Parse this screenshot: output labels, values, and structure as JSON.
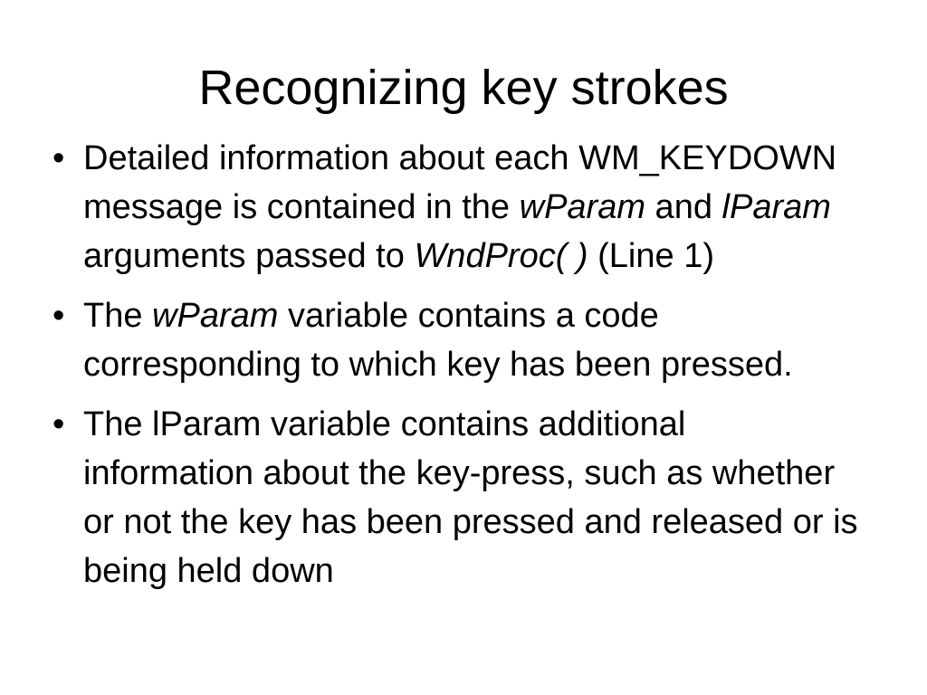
{
  "slide": {
    "title": "Recognizing key strokes",
    "bullet_symbol": "•",
    "bullets": [
      {
        "parts": [
          "Detailed information about each WM_KEYDOWN message is contained in the ",
          "wParam",
          " and ",
          "lParam",
          " arguments passed to ",
          "WndProc( )",
          " (Line 1)"
        ]
      },
      {
        "parts": [
          "The ",
          "wParam",
          " variable contains a code corresponding to which key has been pressed."
        ]
      },
      {
        "text": "The lParam variable contains additional information about the key-press, such as whether or not the key has been pressed and released or is being held down"
      }
    ]
  }
}
